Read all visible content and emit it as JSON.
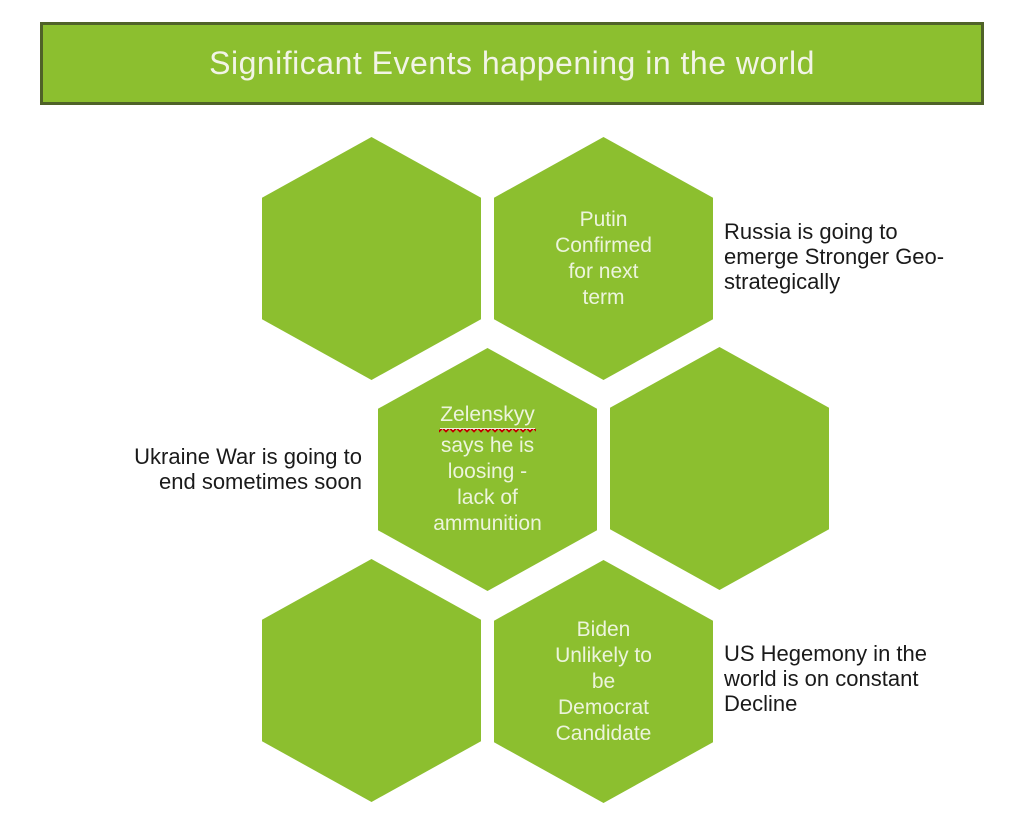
{
  "title": "Significant Events happening in the world",
  "colors": {
    "shape_green": "#8CBF2F",
    "banner_border_green": "#4F6228",
    "shape_text": "#ECF4DC",
    "body_text": "#1A1A1A",
    "spellcheck_red": "#C00000",
    "background": "#FFFFFF"
  },
  "hexagons": [
    {
      "id": "top-left-empty",
      "text": ""
    },
    {
      "id": "putin",
      "text": "Putin\nConfirmed\nfor next\nterm"
    },
    {
      "id": "zelenskyy",
      "underlined_word": "Zelenskyy",
      "text": "says he is\nloosing -\nlack of\nammunition"
    },
    {
      "id": "middle-right-empty",
      "text": ""
    },
    {
      "id": "bottom-left-empty",
      "text": ""
    },
    {
      "id": "biden",
      "text": "Biden\nUnlikely to\nbe\nDemocrat\nCandidate"
    }
  ],
  "annotations": [
    {
      "id": "russia",
      "text": "Russia is going to\nemerge Stronger Geo-\nstrategically"
    },
    {
      "id": "ukraine",
      "text": "Ukraine War is going to\nend sometimes soon"
    },
    {
      "id": "us",
      "text": "US Hegemony in the\nworld is on constant\nDecline"
    }
  ]
}
